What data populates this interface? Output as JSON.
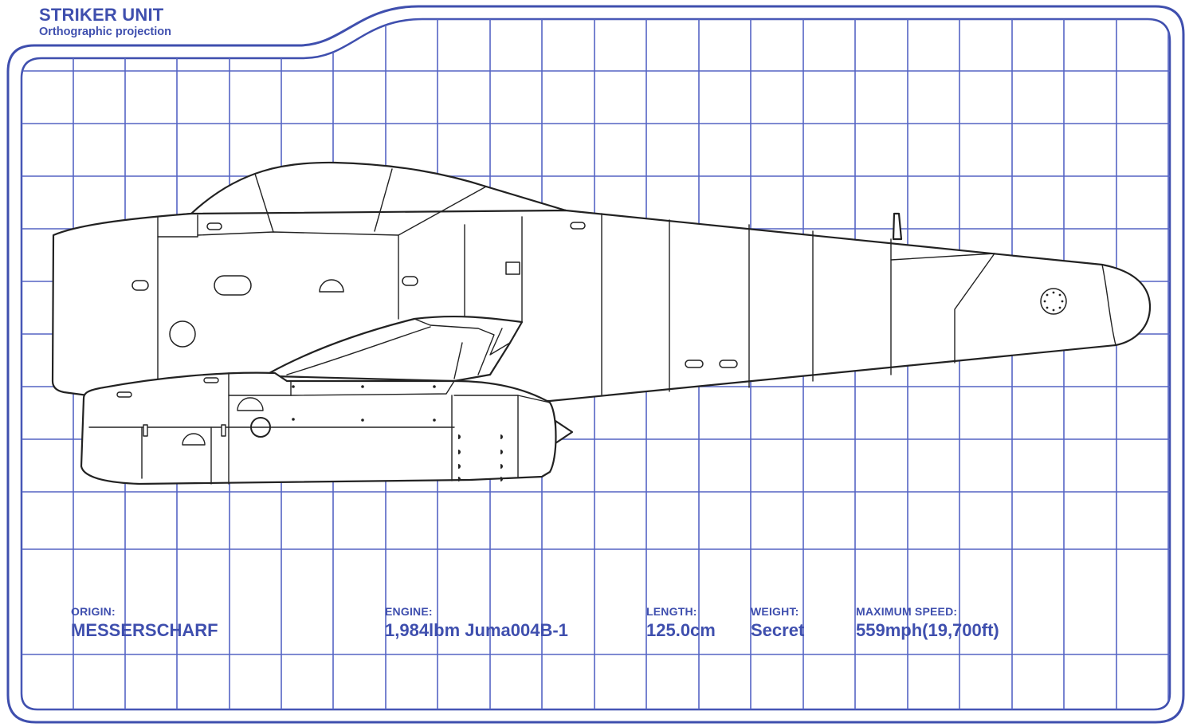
{
  "header": {
    "title": "STRIKER UNIT",
    "subtitle": "Orthographic projection"
  },
  "specs": [
    {
      "label": "ORIGIN:",
      "value": "MESSERSCHARF"
    },
    {
      "label": "ENGINE:",
      "value": "1,984lbm Juma004B-1"
    },
    {
      "label": "LENGTH:",
      "value": "125.0cm"
    },
    {
      "label": "WEIGHT:",
      "value": "Secret"
    },
    {
      "label": "MAXIMUM SPEED:",
      "value": "559mph(19,700ft)"
    }
  ],
  "colors": {
    "frame": "#3f4fae",
    "grid": "#5564c4",
    "line_art": "#222222",
    "background": "#ffffff"
  }
}
